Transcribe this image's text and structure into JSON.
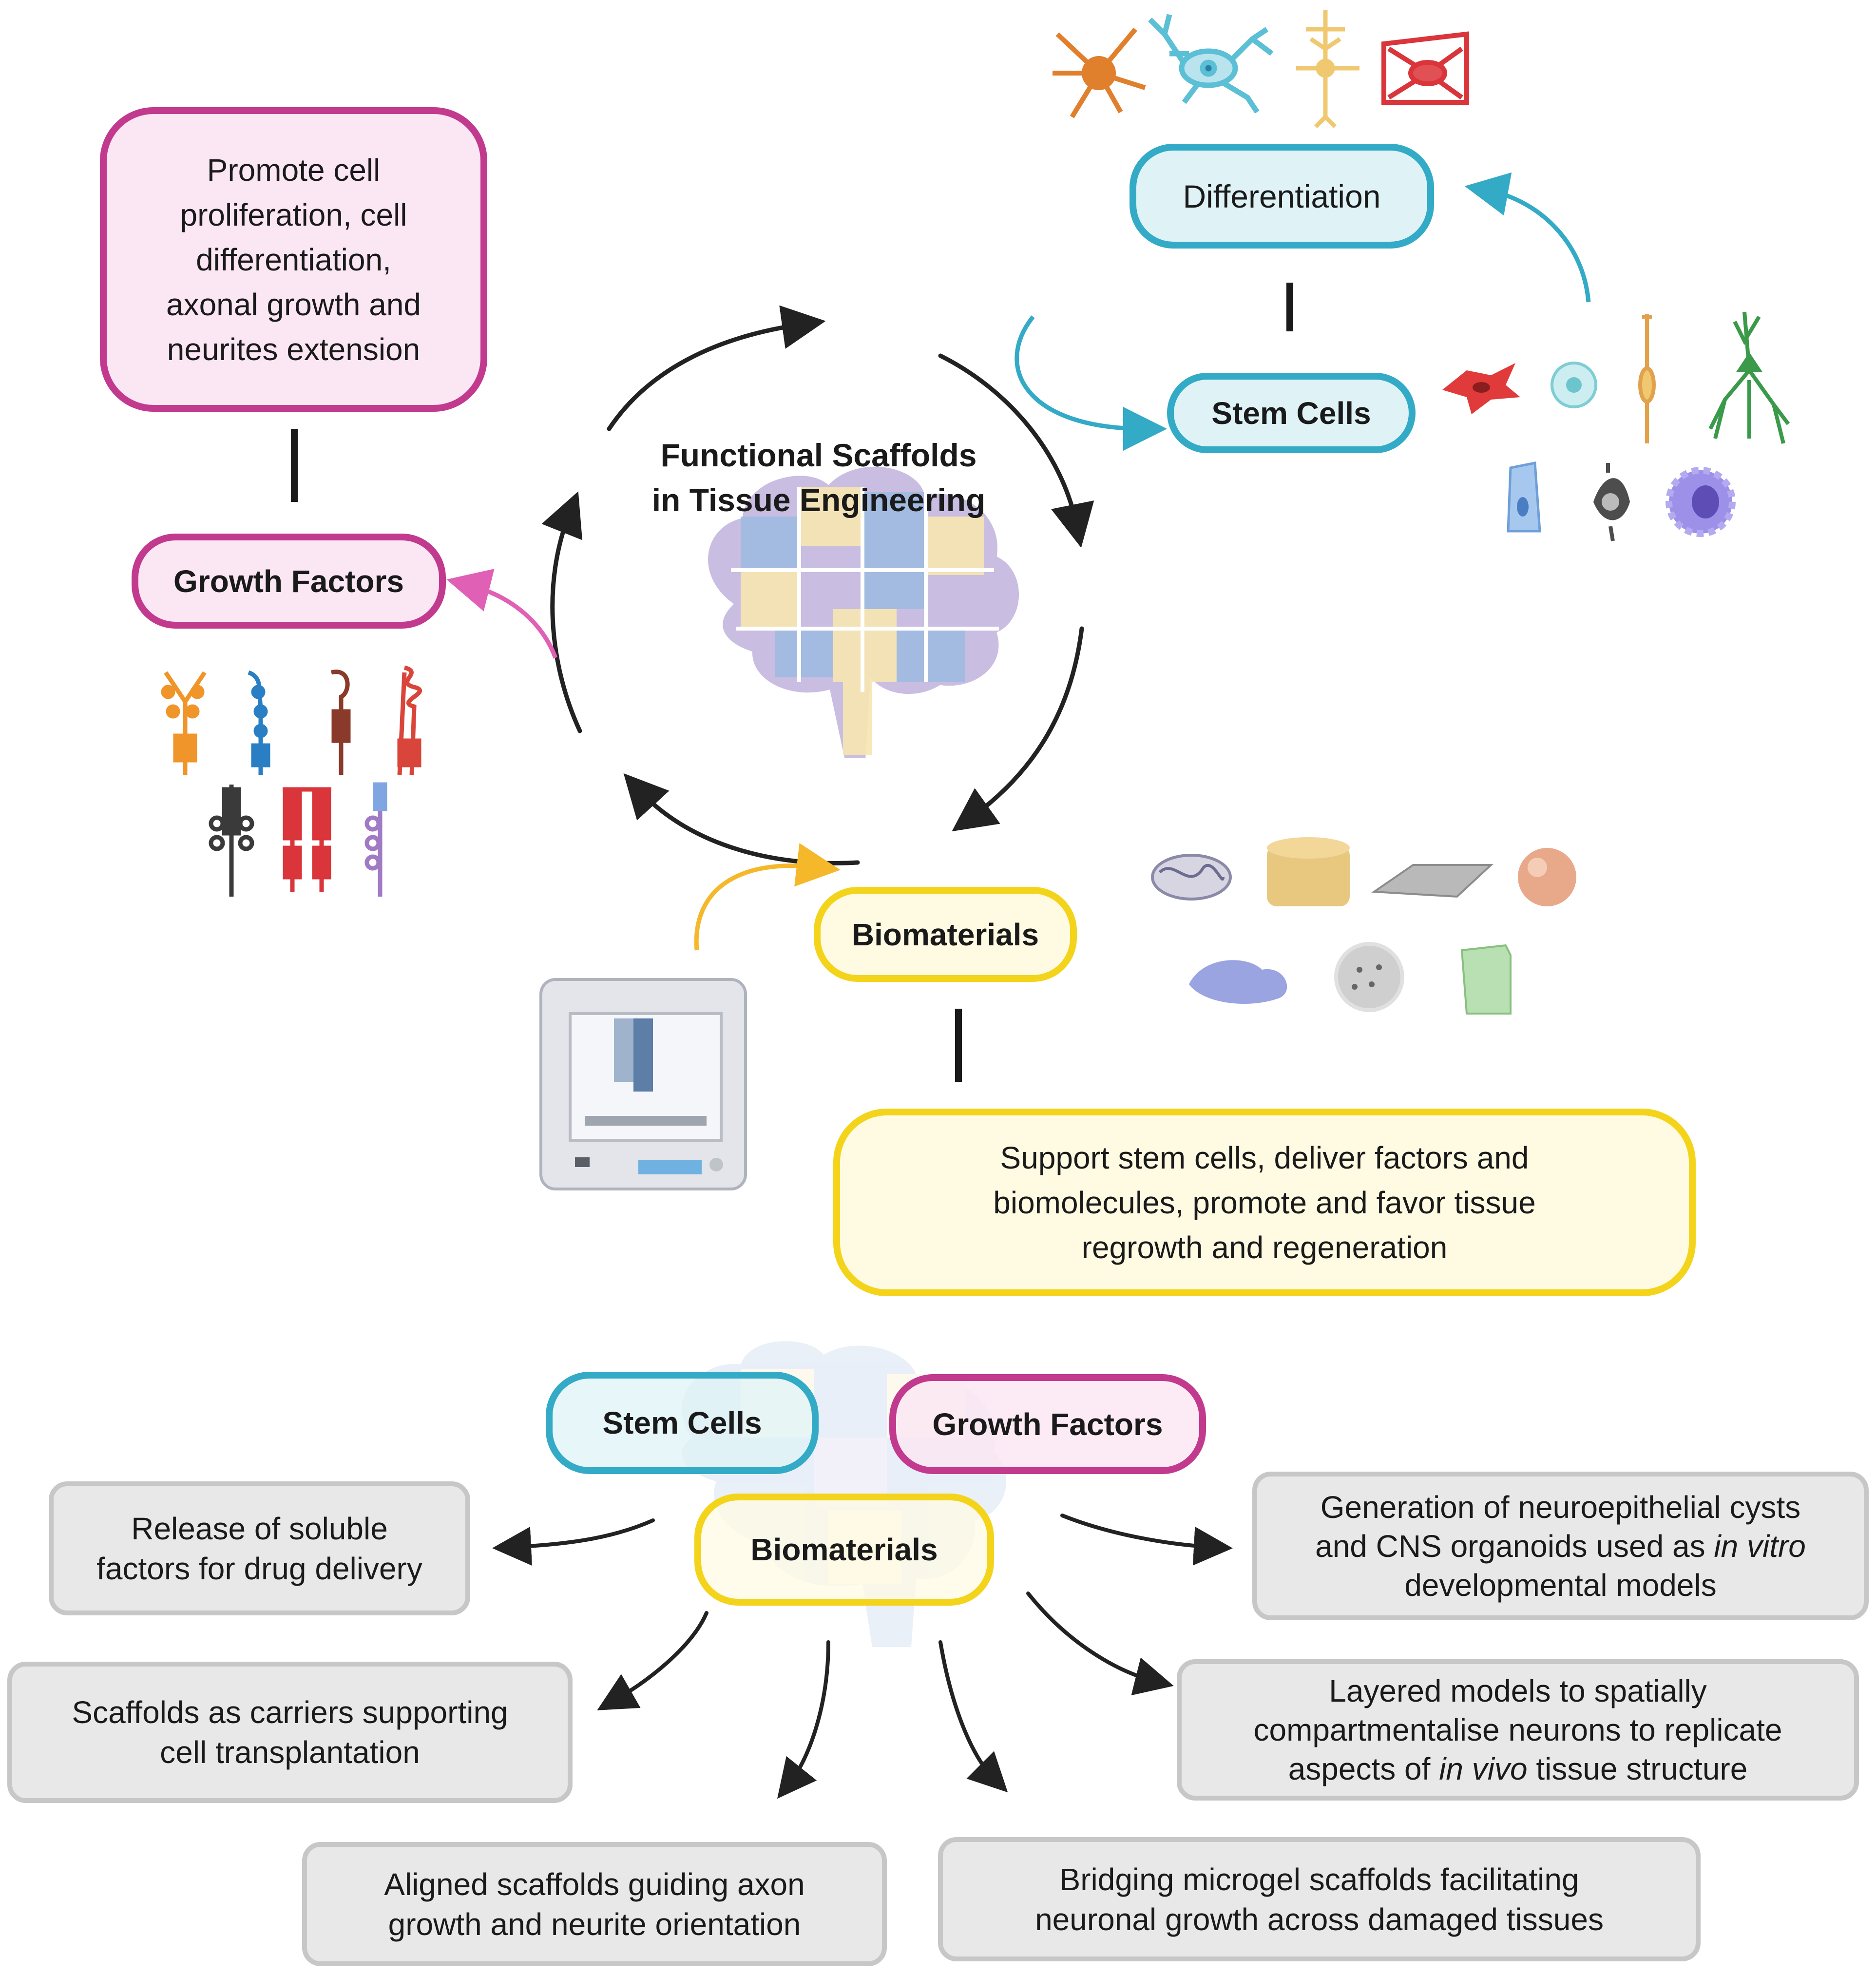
{
  "top_cycle": {
    "center_title_line1": "Functional Scaffolds",
    "center_title_line2": "in Tissue Engineering",
    "growth_factors_label": "Growth Factors",
    "growth_factors_desc": {
      "line1": "Promote cell",
      "line2": "proliferation, cell",
      "line3": "differentiation,",
      "line4": "axonal growth and",
      "line5": "neurites extension"
    },
    "stem_cells_label": "Stem Cells",
    "differentiation_label": "Differentiation",
    "biomaterials_label": "Biomaterials",
    "biomaterials_desc": {
      "line1": "Support stem cells, deliver factors and",
      "line2": "biomolecules, promote and favor tissue",
      "line3": "regrowth and regeneration"
    }
  },
  "bottom_section": {
    "stem_cells_label": "Stem Cells",
    "growth_factors_label": "Growth Factors",
    "biomaterials_label": "Biomaterials",
    "applications": {
      "release": {
        "line1": "Release of soluble",
        "line2": "factors for drug delivery"
      },
      "carriers": {
        "line1": "Scaffolds as carriers supporting",
        "line2": "cell transplantation"
      },
      "aligned": {
        "line1": "Aligned scaffolds guiding axon",
        "line2": "growth and neurite orientation"
      },
      "bridging": {
        "line1": "Bridging microgel scaffolds facilitating",
        "line2": "neuronal growth across damaged tissues"
      },
      "layered": {
        "line1": "Layered models to spatially",
        "line2": "compartmentalise neurons to replicate",
        "line3_pre": "aspects of ",
        "line3_em": "in vivo",
        "line3_post": " tissue structure"
      },
      "generation": {
        "line1": "Generation of neuroepithelial cysts",
        "line2_pre": "and CNS organoids used as ",
        "line2_em": "in vitro",
        "line3": "developmental models"
      }
    }
  },
  "colors": {
    "growth_factors": "#c13a8e",
    "stem_cells": "#33aac6",
    "biomaterials": "#f3d41b",
    "arrow": "#222222",
    "puzzle_blue": "#9cbbe0",
    "puzzle_yellow": "#f7e6b0",
    "puzzle_purple": "#c9bde2"
  },
  "icons": {
    "cell_types": [
      "astrocyte-icon",
      "microglia-icon",
      "neuron-icon",
      "endothelial-icon"
    ],
    "stem_cell_types": [
      "fibroblast-icon",
      "stem-cell-icon",
      "bipolar-cell-icon",
      "pyramidal-neuron-icon",
      "epithelial-cell-icon",
      "eye-cell-icon",
      "macrophage-icon"
    ],
    "receptors": [
      "receptor-icon"
    ],
    "biomaterial_types": [
      "hydrogel-mesh-icon",
      "porous-sponge-icon",
      "fibrous-sheet-icon",
      "microsphere-icon",
      "blob-gel-icon",
      "porous-sphere-icon",
      "film-icon"
    ],
    "printer": "bioprinter-icon",
    "brain": "puzzle-brain-icon"
  }
}
